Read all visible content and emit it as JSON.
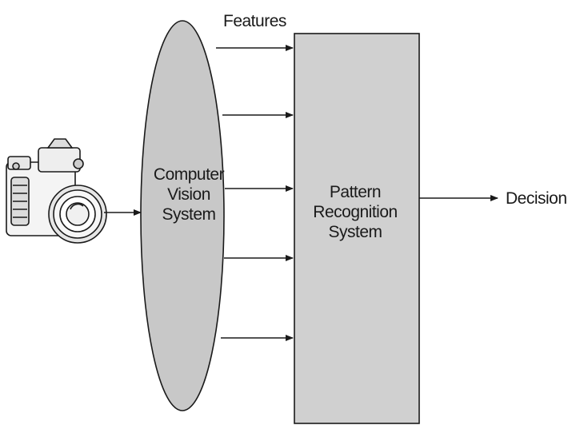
{
  "diagram": {
    "features_label": "Features",
    "computer_vision_system": {
      "line1": "Computer",
      "line2": "Vision",
      "line3": "System"
    },
    "pattern_recognition_system": {
      "line1": "Pattern",
      "line2": "Recognition",
      "line3": "System"
    },
    "decision_label": "Decision",
    "colors": {
      "ellipse_fill": "#c8c8c8",
      "box_fill": "#d0d0d0",
      "stroke": "#1a1a1a"
    },
    "icons": [
      "camera-icon"
    ],
    "feature_arrow_count": 5
  }
}
